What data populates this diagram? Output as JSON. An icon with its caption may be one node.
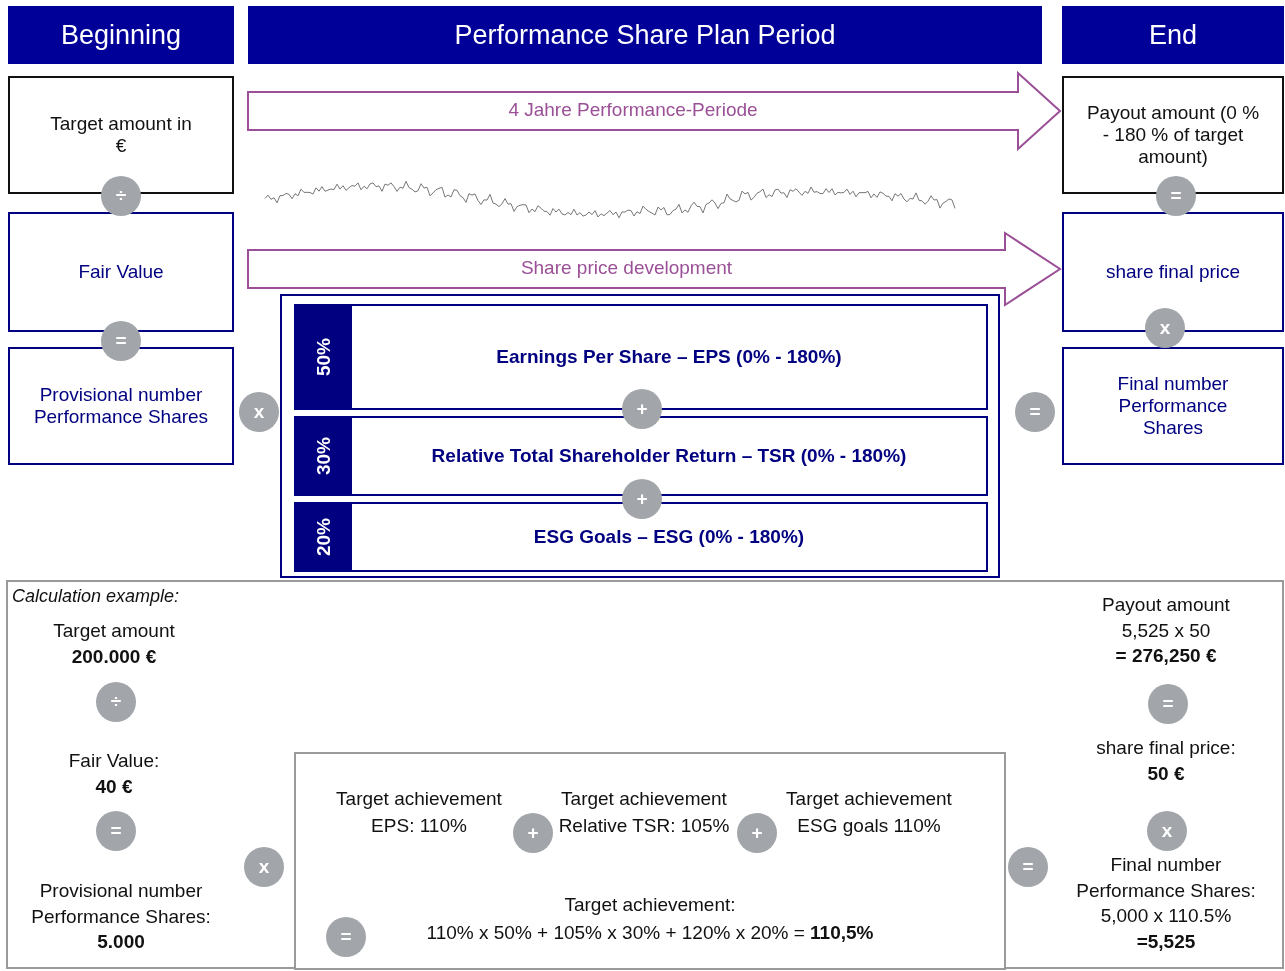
{
  "diagram": {
    "nodes": [
      {
        "text": [
          "Beginning"
        ]
      },
      {
        "text": [
          "Performance Share Plan Period"
        ]
      },
      {
        "text": [
          "End"
        ]
      },
      {
        "text": [
          "Target amount in €"
        ]
      },
      {
        "text": [
          "Fair Value"
        ]
      },
      {
        "text": [
          "Provisional number Performance Shares"
        ]
      },
      {
        "text": [
          "Payout amount (0 % - 180 % of target amount)"
        ]
      },
      {
        "text": [
          "share final price"
        ]
      },
      {
        "text": [
          "Final number Performance Shares"
        ]
      },
      {
        "text": [],
        "shape": "box"
      },
      {
        "text": [
          "50%",
          "Earnings Per Share – EPS (0% - 180%)"
        ],
        "in": 9
      },
      {
        "text": [
          "30%",
          "Relative Total Shareholder Return – TSR (0% - 180%)"
        ],
        "in": 9
      },
      {
        "text": [
          "20%",
          "ESG Goals – ESG (0% - 180%)"
        ],
        "in": 9
      },
      {
        "text": [
          "Calculation example:"
        ]
      },
      {
        "text": [
          "Target achievement EPS: 110%",
          "Target achievement Relative TSR: 105%",
          "Target achievement ESG goals 110%",
          "Target achievement:",
          "110% x 50% + 105% x 30% + 120% x 20% = **110,5%**"
        ],
        "in": 13
      },
      {
        "text": [
          "÷"
        ]
      },
      {
        "text": [
          "="
        ]
      },
      {
        "text": [
          "x"
        ]
      },
      {
        "text": [
          "+"
        ],
        "in": 9
      },
      {
        "text": [
          "+"
        ],
        "in": 9
      },
      {
        "text": [
          "="
        ]
      },
      {
        "text": [
          "="
        ]
      },
      {
        "text": [
          "x"
        ]
      },
      {
        "text": [
          "÷"
        ],
        "in": 13
      },
      {
        "text": [
          "="
        ],
        "in": 13
      },
      {
        "text": [
          "x"
        ],
        "in": 13
      },
      {
        "text": [
          "="
        ],
        "in": 13
      },
      {
        "text": [
          "="
        ],
        "in": 13
      },
      {
        "text": [
          "x"
        ],
        "in": 13
      },
      {
        "text": [
          "+"
        ],
        "in": 14
      },
      {
        "text": [
          "+"
        ],
        "in": 14
      },
      {
        "text": [
          "="
        ],
        "in": 14
      }
    ],
    "edges": [
      {
        "from": null,
        "to": 6,
        "arrow": "to",
        "label": "4 Jahre Performance-Periode"
      },
      {
        "from": null,
        "to": 7,
        "arrow": "to",
        "label": "Share price development"
      }
    ],
    "labels": [
      "Target amount **200.000 €**",
      "Payout amount 5,525 x 50 **= 276,250 €**",
      "share final price: **50 €**",
      "Fair Value: **40 €**",
      "Provisional number Performance Shares: **5.000**",
      "Final number Performance Shares: 5,000 x 110.5% **=5,525**"
    ]
  }
}
